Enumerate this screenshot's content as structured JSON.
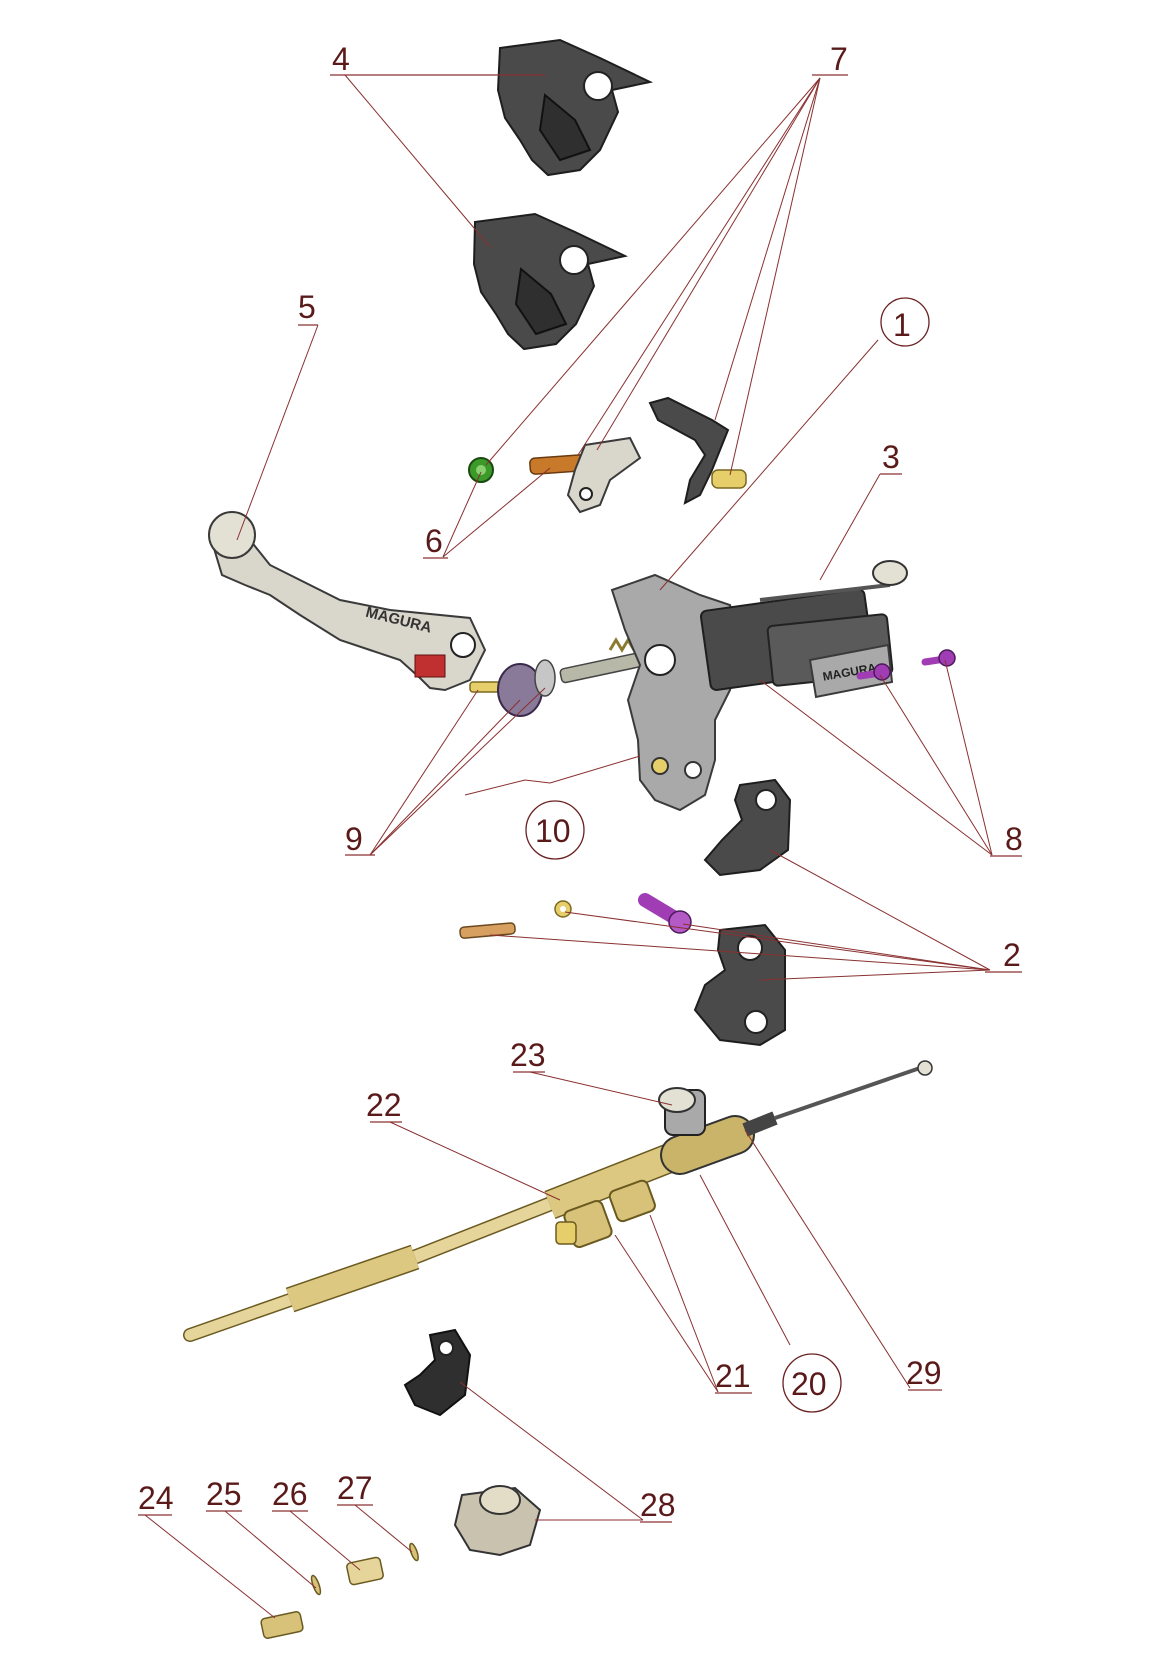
{
  "callouts": {
    "c1": "1",
    "c2": "2",
    "c3": "3",
    "c4": "4",
    "c5": "5",
    "c6": "6",
    "c7": "7",
    "c8": "8",
    "c9": "9",
    "c10": "10",
    "c20": "20",
    "c21": "21",
    "c22": "22",
    "c23": "23",
    "c24": "24",
    "c25": "25",
    "c26": "26",
    "c27": "27",
    "c28": "28",
    "c29": "29"
  },
  "lever_brand": "MAGURA",
  "reservoir_brand": "MAGURA",
  "colors": {
    "leader_line": "#8a3030",
    "label_text": "#5a1a1a",
    "part_dark": "#4a4a4a",
    "part_brass": "#d8c27a",
    "screw_purple": "#a03cb4",
    "nut_green": "#3c9a2a",
    "part_orange": "#c87a2a"
  }
}
